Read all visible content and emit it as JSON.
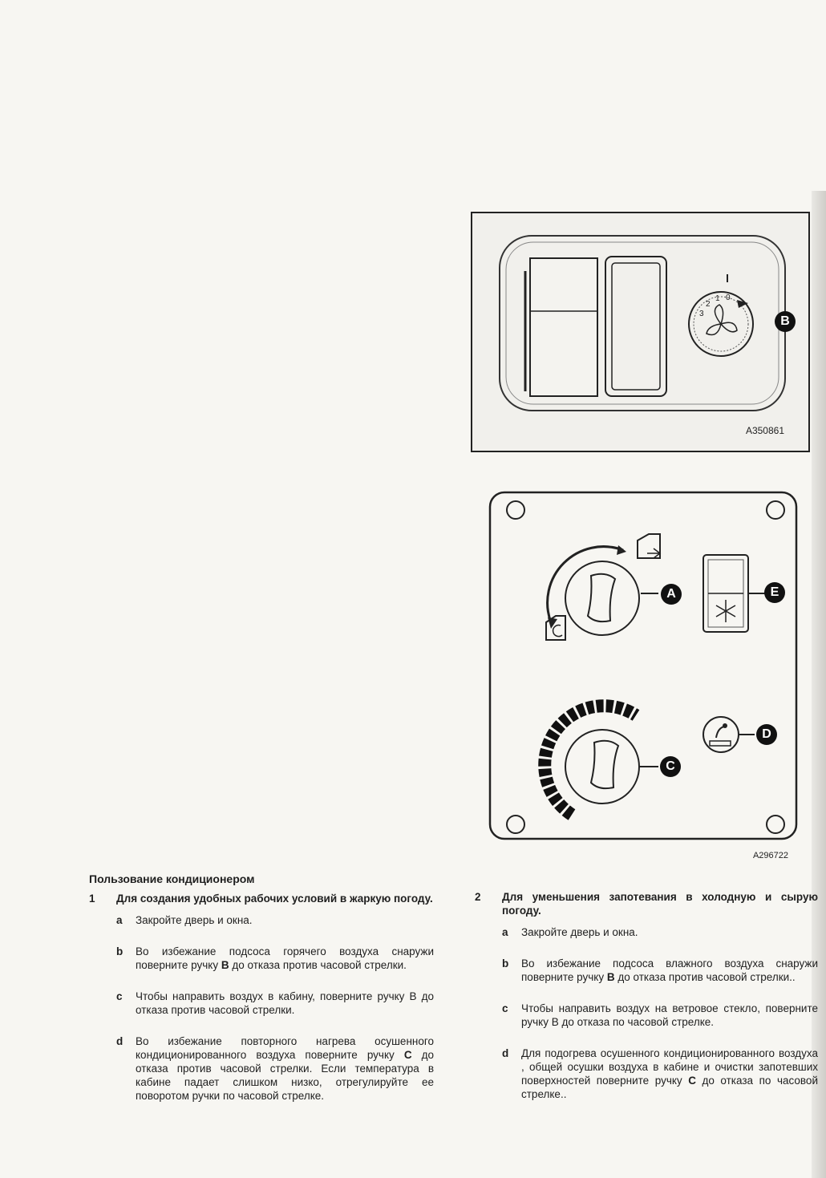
{
  "figure1": {
    "code": "A350861",
    "callout_b": "B",
    "dial_numbers": [
      "3",
      "2",
      "1",
      "0"
    ]
  },
  "figure2": {
    "code": "A296722",
    "callouts": [
      "A",
      "E",
      "D",
      "C"
    ]
  },
  "section_title": "Пользование кондиционером",
  "steps": [
    {
      "num": "1",
      "title": "Для создания удобных рабочих условий в жаркую погоду.",
      "items": [
        {
          "letter": "a",
          "text": "Закройте дверь и окна."
        },
        {
          "letter": "b",
          "pre": "Во избежание подсоса горячего воздуха снаружи поверните ручку ",
          "bold": "B",
          "post": " до отказа против часовой стрелки."
        },
        {
          "letter": "c",
          "text": "Чтобы направить воздух в кабину, поверните ручку В до отказа против часовой стрелки."
        },
        {
          "letter": "d",
          "pre": "Во избежание повторного нагрева осушенного кондиционированного воздуха поверните ручку ",
          "bold": "C",
          "post": " до отказа против часовой стрелки. Если температура в кабине падает слишком низко, отрегулируйте ее поворотом ручки по часовой стрелке."
        }
      ]
    },
    {
      "num": "2",
      "title": "Для уменьшения запотевания в холодную и сырую погоду.",
      "items": [
        {
          "letter": "a",
          "text": "Закройте дверь и окна."
        },
        {
          "letter": "b",
          "pre": "Во избежание подсоса влажного воздуха снаружи поверните ручку ",
          "bold": "B",
          "post": " до отказа против часовой стрелки.."
        },
        {
          "letter": "c",
          "text": "Чтобы направить воздух на ветровое стекло, поверните ручку В до отказа по часовой стрелке."
        },
        {
          "letter": "d",
          "pre": "Для подогрева осушенного кондиционированного воздуха , общей осушки воздуха в кабине и очистки запотевших поверхностей поверните ручку ",
          "bold": "C",
          "post": " до отказа по часовой стрелке.."
        }
      ]
    }
  ]
}
